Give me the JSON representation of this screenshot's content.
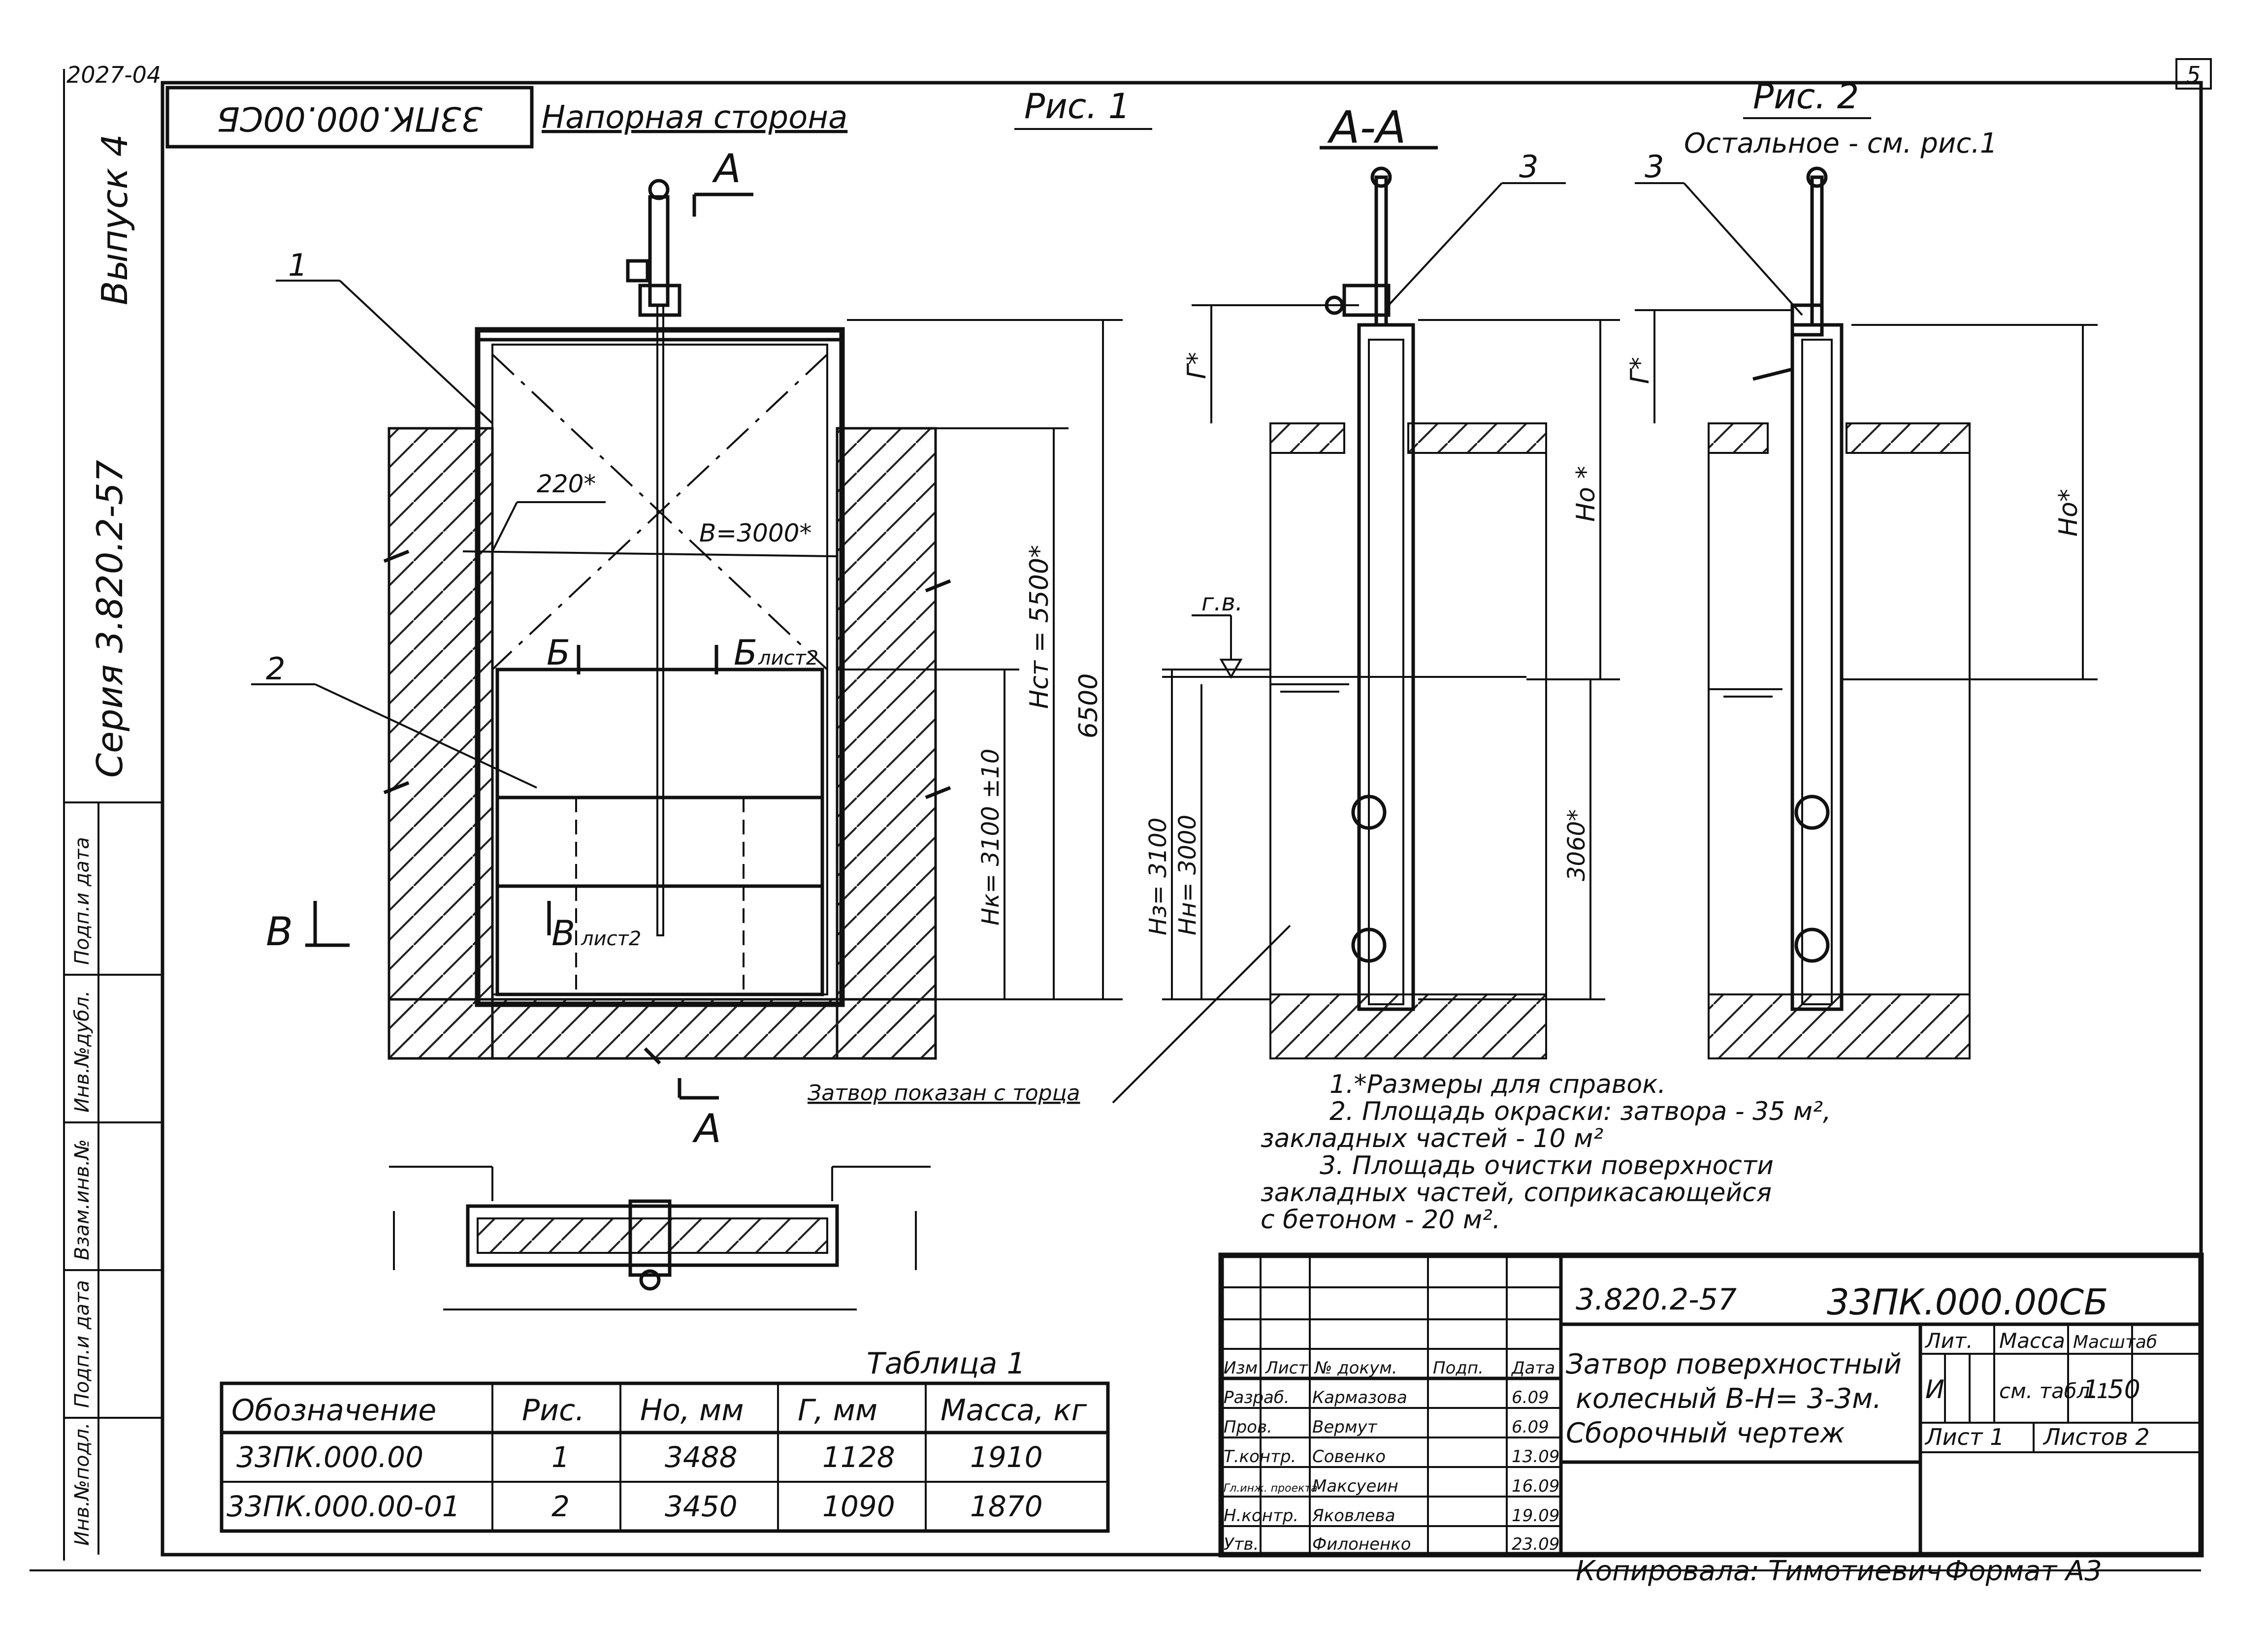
{
  "corner_left": "2027-04",
  "corner_right": "5",
  "stamp_top": "33ПК.000.00СБ",
  "side": {
    "series": "Серия 3.820.2-57",
    "issue": "Выпуск 4",
    "cols": [
      "Инв.№подл.",
      "Подп.и дата",
      "Взам.инв.№",
      "Инв.№дубл.",
      "Подп.и дата"
    ]
  },
  "view1": {
    "heading": "Напорная сторона",
    "fig": "Рис. 1",
    "section_mark": "А",
    "item1": "1",
    "item2": "2",
    "dim_220": "220*",
    "dim_b": "B=3000*",
    "dim_hst": "Нст = 5500*",
    "dim_6500": "6500",
    "dim_hk": "Нк= 3100 ±10",
    "cut_b": "Б",
    "cut_b2": "Б",
    "cut_b_sheet": "лист2",
    "cut_v": "В",
    "cut_v2": "В",
    "cut_v_sheet": "лист2",
    "note_torch": "Затвор показан с торца"
  },
  "viewAA": {
    "title": "А-А",
    "item3": "3",
    "dim_g": "Г*",
    "dim_ho": "Но *",
    "gv": "г.в.",
    "dim_hz": "Нз= 3100",
    "dim_hn": "Нн= 3000",
    "dim_3060": "3060*"
  },
  "view2": {
    "fig": "Рис. 2",
    "rest": "Остальное - см. рис.1",
    "item3": "3",
    "dim_g": "Г*",
    "dim_ho": "Но*"
  },
  "notes": [
    "1.*Размеры для справок.",
    "2. Площадь окраски: затвора - 35 м²,",
    "закладных частей - 10 м²",
    "3. Площадь очистки поверхности",
    "закладных частей, соприкасающейся",
    "с бетоном - 20 м²."
  ],
  "table1": {
    "caption": "Таблица 1",
    "headers": [
      "Обозначение",
      "Рис.",
      "Но, мм",
      "Г, мм",
      "Масса, кг"
    ],
    "rows": [
      [
        "33ПК.000.00",
        "1",
        "3488",
        "1128",
        "1910"
      ],
      [
        "33ПК.000.00-01",
        "2",
        "3450",
        "1090",
        "1870"
      ]
    ]
  },
  "titleblock": {
    "code": "3.820.2-57",
    "doc": "33ПК.000.00СБ",
    "title_lines": [
      "Затвор поверхностный",
      "колесный В-Н= 3-3м.",
      "Сборочный чертеж"
    ],
    "header_cols": [
      "Изм",
      "Лист",
      "№ докум.",
      "Подп.",
      "Дата"
    ],
    "roles": [
      [
        "Разраб.",
        "Кармазова",
        "6.09"
      ],
      [
        "Пров.",
        "Вермут",
        "6.09"
      ],
      [
        "Т.контр.",
        "Совенко",
        "13.09"
      ],
      [
        "Гл.инж. проекта",
        "Максуеин",
        "16.09"
      ],
      [
        "Н.контр.",
        "Яковлева",
        "19.09"
      ],
      [
        "Утв.",
        "Филоненко",
        "23.09"
      ]
    ],
    "lit_label": "Лит.",
    "mass_label": "Масса",
    "scale_label": "Масштаб",
    "lit_value": "И",
    "mass_value": "см. табл.1",
    "scale_value": "1:50",
    "sheet": "Лист 1",
    "sheets": "Листов 2"
  },
  "footer": {
    "copied": "Копировала: Тимотиевич",
    "format": "Формат А3"
  }
}
